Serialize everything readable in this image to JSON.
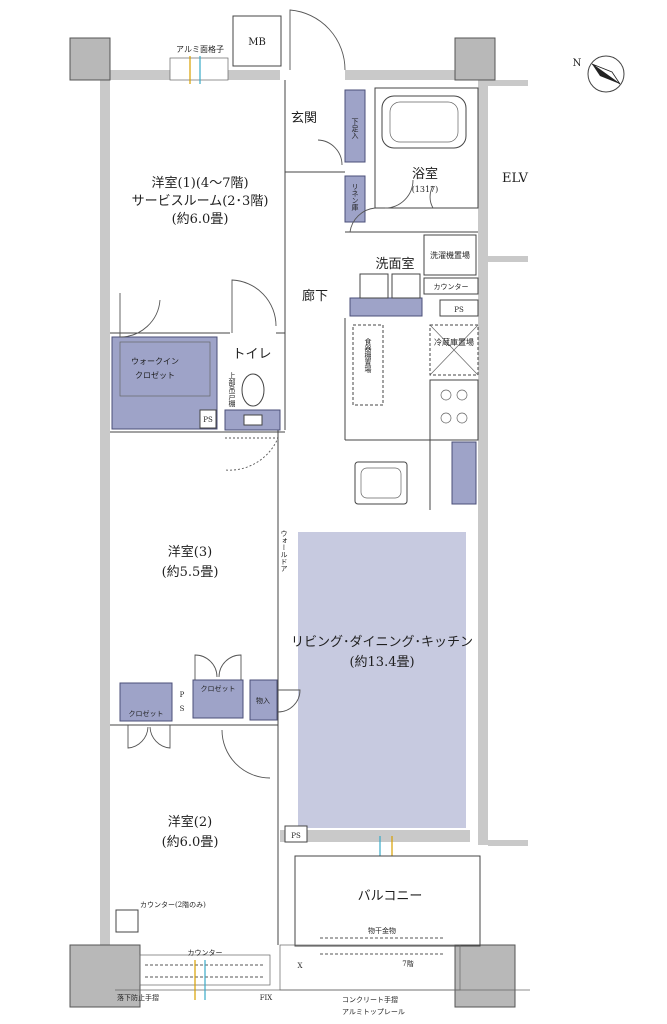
{
  "labels": {
    "mb": "MB",
    "alumi_lattice": "アルミ面格子",
    "entrance": "玄関",
    "shoe": "下足入",
    "linen": "リネン庫",
    "bath": "浴室",
    "bath_size": "(1317)",
    "elv": "ELV",
    "washroom": "洗面室",
    "washer": "洗濯機置場",
    "counter": "カウンター",
    "ps": "PS",
    "corridor": "廊下",
    "room1_line1": "洋室(1)(4〜7階)",
    "room1_line2": "サービスルーム(2･3階)",
    "room1_size": "(約6.0畳)",
    "wic": "ウォークイン\nクロゼット",
    "wic_l1": "ウォークイン",
    "wic_l2": "クロゼット",
    "toilet": "トイレ",
    "upper_shelf": "上部吊戸棚",
    "dish": "食器棚置場",
    "fridge": "冷蔵庫置場",
    "room3": "洋室(3)",
    "room3_size": "(約5.5畳)",
    "wall_door": "ウォールドア",
    "ldk": "リビング･ダイニング･キッチン",
    "ldk_size": "(約13.4畳)",
    "closet": "クロゼット",
    "storage": "物入",
    "p": "P",
    "s": "S",
    "room2": "洋室(2)",
    "room2_size": "(約6.0畳)",
    "balcony": "バルコニー",
    "counter_2f": "カウンター(2階のみ)",
    "monohoshi": "物干金物",
    "counter_bottom": "カウンター",
    "fall_rail": "落下防止手摺",
    "fix": "FIX",
    "concrete_rail": "コンクリート手摺",
    "alumi_top": "アルミトップレール",
    "x": "X",
    "seven_f": "7階"
  },
  "colors": {
    "storage_fill": "#9ea3c8",
    "ldk_fill": "#c7cae0",
    "wall_fill": "#c9c9c9"
  },
  "north_label": "N"
}
